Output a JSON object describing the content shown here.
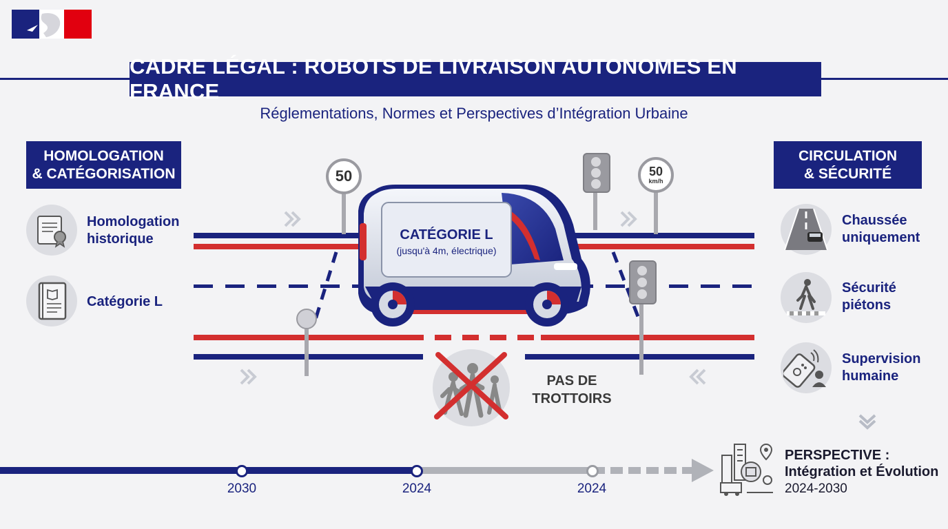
{
  "header": {
    "title": "CADRE LÉGAL : ROBOTS DE LIVRAISON AUTONOMES EN FRANCE",
    "subtitle": "Réglementations, Normes et Perspectives d’Intégration Urbaine"
  },
  "left_panel": {
    "title_line1": "HOMOLOGATION",
    "title_line2": "& CATÉGORISATION",
    "items": [
      {
        "line1": "Homologation",
        "line2": "historique",
        "icon": "certificate-icon"
      },
      {
        "line1": "Catégorie L",
        "line2": "",
        "icon": "book-icon"
      }
    ]
  },
  "right_panel": {
    "title_line1": "CIRCULATION",
    "title_line2": "& SÉCURITÉ",
    "items": [
      {
        "line1": "Chaussée",
        "line2": "uniquement",
        "icon": "road-icon"
      },
      {
        "line1": "Sécurité",
        "line2": "piétons",
        "icon": "pedestrian-icon"
      },
      {
        "line1": "Supervision",
        "line2": "humaine",
        "icon": "remote-control-icon"
      }
    ]
  },
  "vehicle": {
    "category": "CATÉGORIE L",
    "detail": "(jusqu'à 4m, électrique)"
  },
  "signs": {
    "speed_left": "50",
    "speed_right": "50",
    "speed_right_unit": "km/h"
  },
  "sidewalk": {
    "line1": "PAS DE",
    "line2": "TROTTOIRS"
  },
  "timeline": {
    "labels": [
      "2030",
      "2024",
      "2024"
    ]
  },
  "perspective": {
    "title": "PERSPECTIVE :",
    "subtitle": "Intégration et Évolution",
    "years": "2024-2030"
  },
  "colors": {
    "navy": "#1a237e",
    "red": "#d32f2f",
    "background": "#f3f3f5"
  }
}
